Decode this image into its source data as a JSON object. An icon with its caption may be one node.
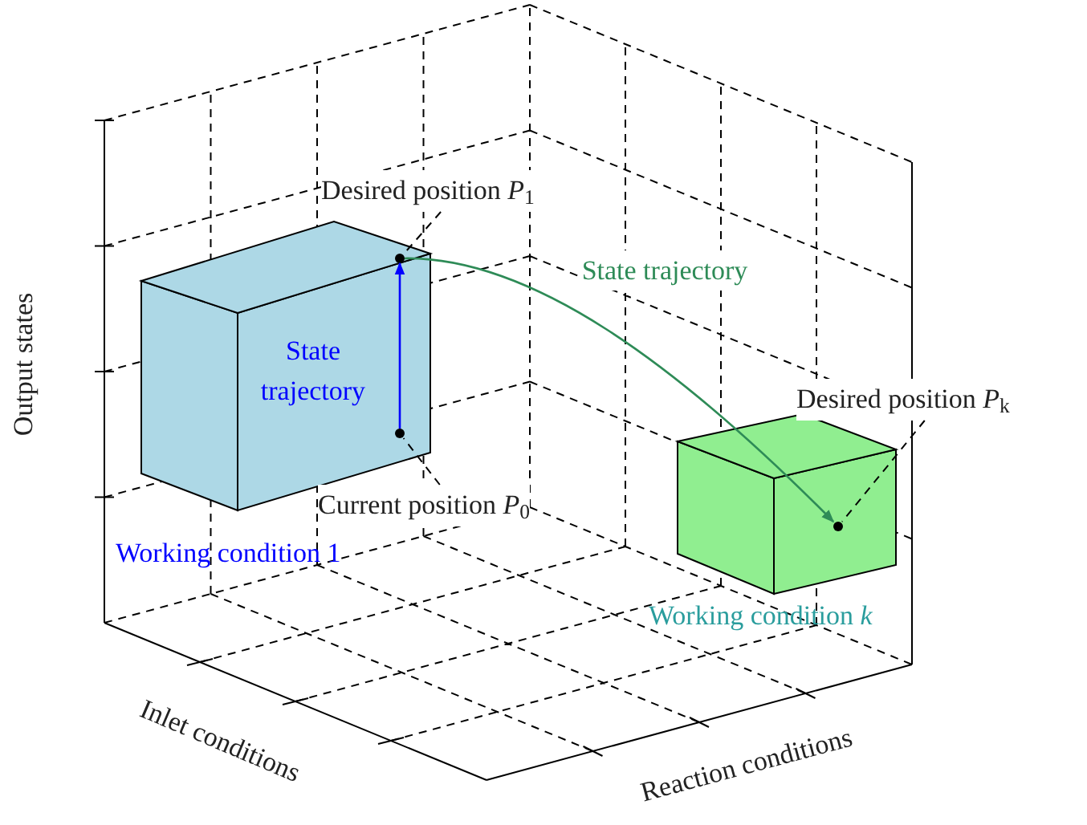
{
  "diagram": {
    "nodes": [
      {
        "text": [
          "State trajectory"
        ],
        "beside": [
          "Working condition 1"
        ]
      },
      {
        "text": [],
        "shape": "circle",
        "in": 0
      },
      {
        "text": [],
        "shape": "circle",
        "in": 0
      },
      {
        "text": [
          "Desired position *P*$_{1}$"
        ]
      },
      {
        "text": [
          "Current position *P*$_{0}$"
        ]
      },
      {
        "text": [],
        "shape": "box",
        "beside": [
          "Working condition *k*"
        ]
      },
      {
        "text": [],
        "shape": "circle",
        "in": 5
      },
      {
        "text": [
          "Desired position *P*$_{k}$"
        ]
      }
    ],
    "edges": [
      {
        "from": 2,
        "to": 1,
        "arrow": "to",
        "color": "#0000ff"
      },
      {
        "from": 1,
        "to": 6,
        "arrow": "to",
        "label": "State trajectory",
        "color": "#2e8b57"
      },
      {
        "from": 3,
        "to": 1,
        "arrow": "none",
        "style": "dashed"
      },
      {
        "from": 4,
        "to": 2,
        "arrow": "none",
        "style": "dashed"
      },
      {
        "from": 7,
        "to": 6,
        "arrow": "none",
        "style": "dashed"
      }
    ],
    "labels": [
      "Output states",
      "Inlet conditions",
      "Reaction conditions"
    ]
  }
}
